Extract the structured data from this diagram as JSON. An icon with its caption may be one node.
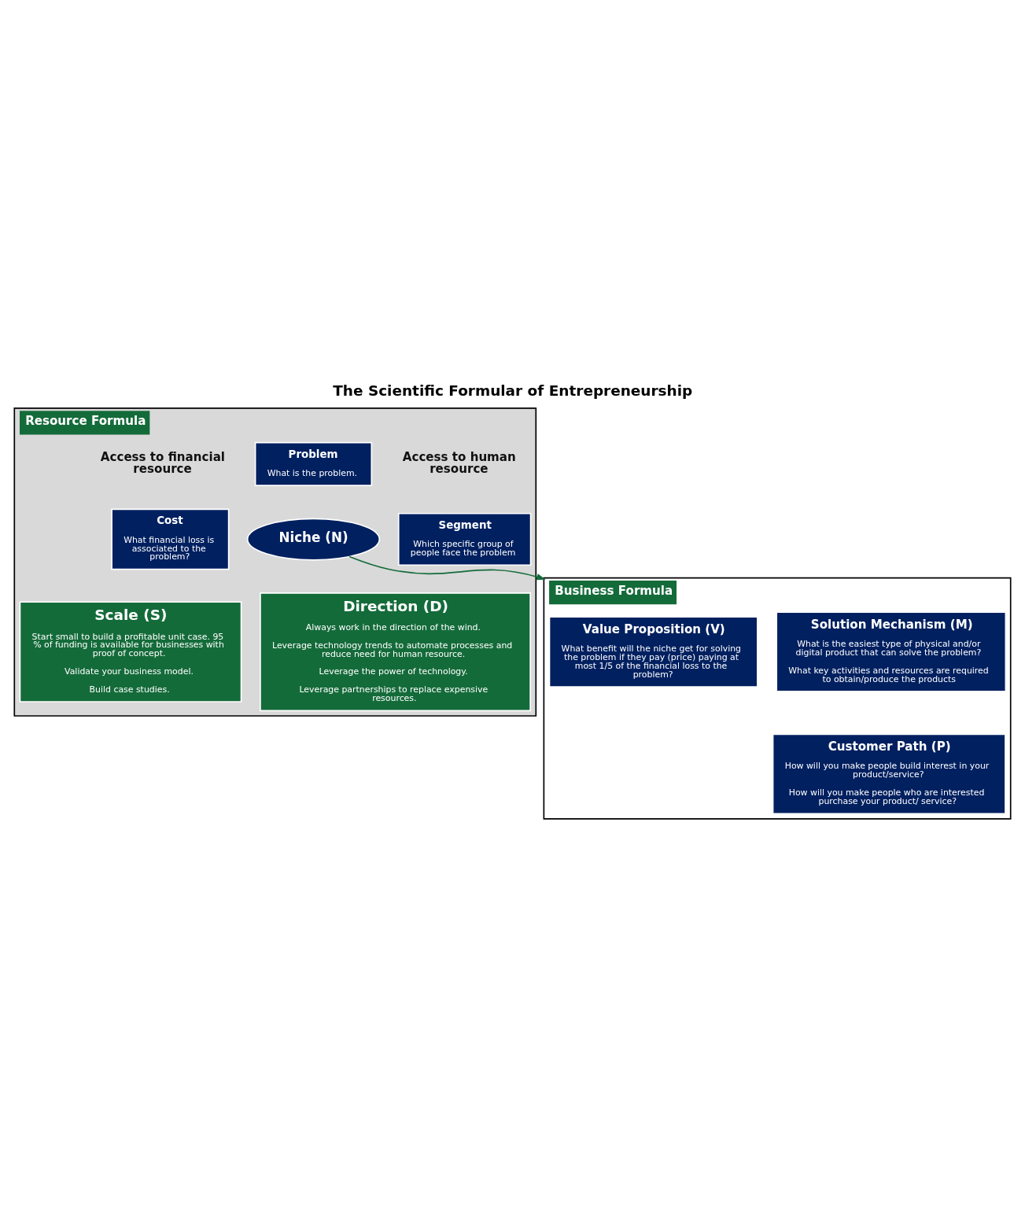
{
  "diagram": {
    "title": "The Scientific Formular of Entrepreneurship",
    "nodes": [
      {
        "text": [
          "Resource Formula"
        ]
      },
      {
        "text": [
          "Access to financial resource"
        ],
        "in": 0
      },
      {
        "text": [
          "Problem",
          "What is the problem."
        ],
        "in": 0
      },
      {
        "text": [
          "Access to human resource"
        ],
        "in": 0
      },
      {
        "text": [
          "Cost",
          "What financial loss is associated to the problem?"
        ],
        "in": 0
      },
      {
        "text": [
          "Niche (N)"
        ],
        "in": 0
      },
      {
        "text": [
          "Segment",
          "Which specific group of people face the problem"
        ],
        "in": 0
      },
      {
        "text": [
          "Scale (S)",
          "Start small to build a profitable unit case. 95 % of funding is available for businesses with proof of concept.",
          "Validate your business model.",
          "Build case studies."
        ],
        "in": 0
      },
      {
        "text": [
          "Direction (D)",
          "Always work in the direction of the wind.",
          "Leverage technology trends to automate processes and reduce need for human resource.",
          "Leverage the power of technology.",
          "Leverage partnerships to replace expensive resources."
        ],
        "in": 0
      },
      {
        "text": [
          "Business Formula"
        ]
      },
      {
        "text": [
          "Value Proposition (V)",
          "What benefit will the niche get for solving the problem if they pay (price) paying at most 1/5 of the financial loss to the problem?"
        ],
        "in": 9
      },
      {
        "text": [
          "Solution Mechanism (M)",
          "What is the easiest type of physical and/or digital product that can solve the problem?",
          "What key activities and resources are required to obtain/produce the products"
        ],
        "in": 9
      },
      {
        "text": [
          "Customer Path (P)",
          "How will you make people build interest in your product/service?",
          "How will you make people who are interested purchase your product/ service?"
        ],
        "in": 9
      }
    ],
    "edges": [
      {
        "from": 5,
        "to": 9,
        "arrow": "to",
        "color": "#146b3a"
      }
    ]
  }
}
